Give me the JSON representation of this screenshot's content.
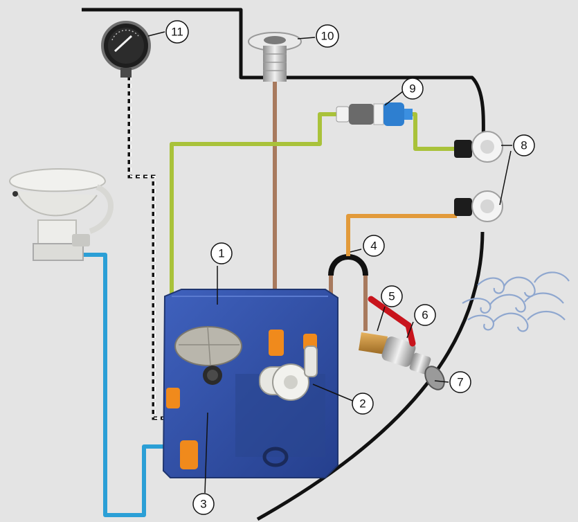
{
  "callouts": [
    {
      "id": "c1",
      "text": "1"
    },
    {
      "id": "c2",
      "text": "2"
    },
    {
      "id": "c3",
      "text": "3"
    },
    {
      "id": "c4",
      "text": "4"
    },
    {
      "id": "c5",
      "text": "5"
    },
    {
      "id": "c6",
      "text": "6"
    },
    {
      "id": "c7",
      "text": "7"
    },
    {
      "id": "c8",
      "text": "8"
    },
    {
      "id": "c9",
      "text": "9"
    },
    {
      "id": "c10",
      "text": "10"
    },
    {
      "id": "c11",
      "text": "11"
    }
  ],
  "colors": {
    "background": "#e4e4e4",
    "tank": "#2f4fa8",
    "inlet_hose": "#2b9fd6",
    "vent_hose": "#a9c23a",
    "deck_hose": "#a87a5e",
    "seacock_hose": "#e29a3a",
    "fittings": "#f08a1c",
    "hull_outline": "#111111",
    "water_waves": "#8fa7cf",
    "valve_handle": "#c8141c"
  },
  "icons": [
    "toilet-icon",
    "tank-level-gauge-icon",
    "deck-pump-out-fitting-icon",
    "vent-filter-icon",
    "through-hull-fitting-icon",
    "macerator-pump-icon",
    "seacock-valve-icon",
    "water-waves-icon"
  ]
}
